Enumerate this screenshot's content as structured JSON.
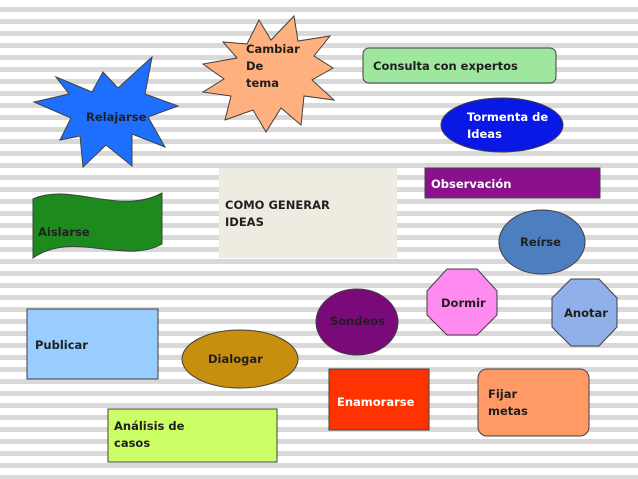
{
  "title": "COMO GENERAR IDEAS",
  "title_lines": [
    "COMO GENERAR",
    "IDEAS"
  ],
  "nodes": {
    "relajarse": {
      "label": "Relajarse",
      "shape": "star",
      "fill": "#1f6fff"
    },
    "cambiar_de_tema": {
      "lines": [
        "Cambiar",
        "De",
        "tema"
      ],
      "shape": "star",
      "fill": "#ffb07f"
    },
    "consulta_con_expertos": {
      "label": "Consulta con expertos",
      "shape": "rounded-rectangle",
      "fill": "#9fe79f"
    },
    "tormenta_de_ideas": {
      "lines": [
        "Tormenta de",
        "Ideas"
      ],
      "shape": "ellipse",
      "fill": "#0a18e6"
    },
    "observacion": {
      "label": "Observación",
      "shape": "rectangle",
      "fill": "#8b108b"
    },
    "aislarse": {
      "label": "Aislarse",
      "shape": "wave",
      "fill": "#1c8a1c"
    },
    "reirse": {
      "label": "Reírse",
      "shape": "ellipse",
      "fill": "#4d7fc0"
    },
    "dormir": {
      "label": "Dormir",
      "shape": "octagon",
      "fill": "#ff8af0"
    },
    "anotar": {
      "label": "Anotar",
      "shape": "octagon",
      "fill": "#8fb0e8"
    },
    "sondeos": {
      "label": "Sondeos",
      "shape": "ellipse",
      "fill": "#7a0a7a"
    },
    "publicar": {
      "label": "Publicar",
      "shape": "rectangle",
      "fill": "#99ccff"
    },
    "dialogar": {
      "label": "Dialogar",
      "shape": "ellipse",
      "fill": "#c88f0e"
    },
    "enamorarse": {
      "label": "Enamorarse",
      "shape": "rectangle",
      "fill": "#ff3300"
    },
    "fijar_metas": {
      "lines": [
        "Fijar",
        "metas"
      ],
      "shape": "rounded-rectangle",
      "fill": "#ff9966"
    },
    "analisis_de_casos": {
      "lines": [
        "Análisis de",
        "casos"
      ],
      "shape": "rectangle",
      "fill": "#ccff66"
    }
  },
  "colors": {
    "title_box": "#eeece1",
    "text_dark": "#1f1f1f",
    "text_light": "#ffffff",
    "outline": "#404040"
  }
}
